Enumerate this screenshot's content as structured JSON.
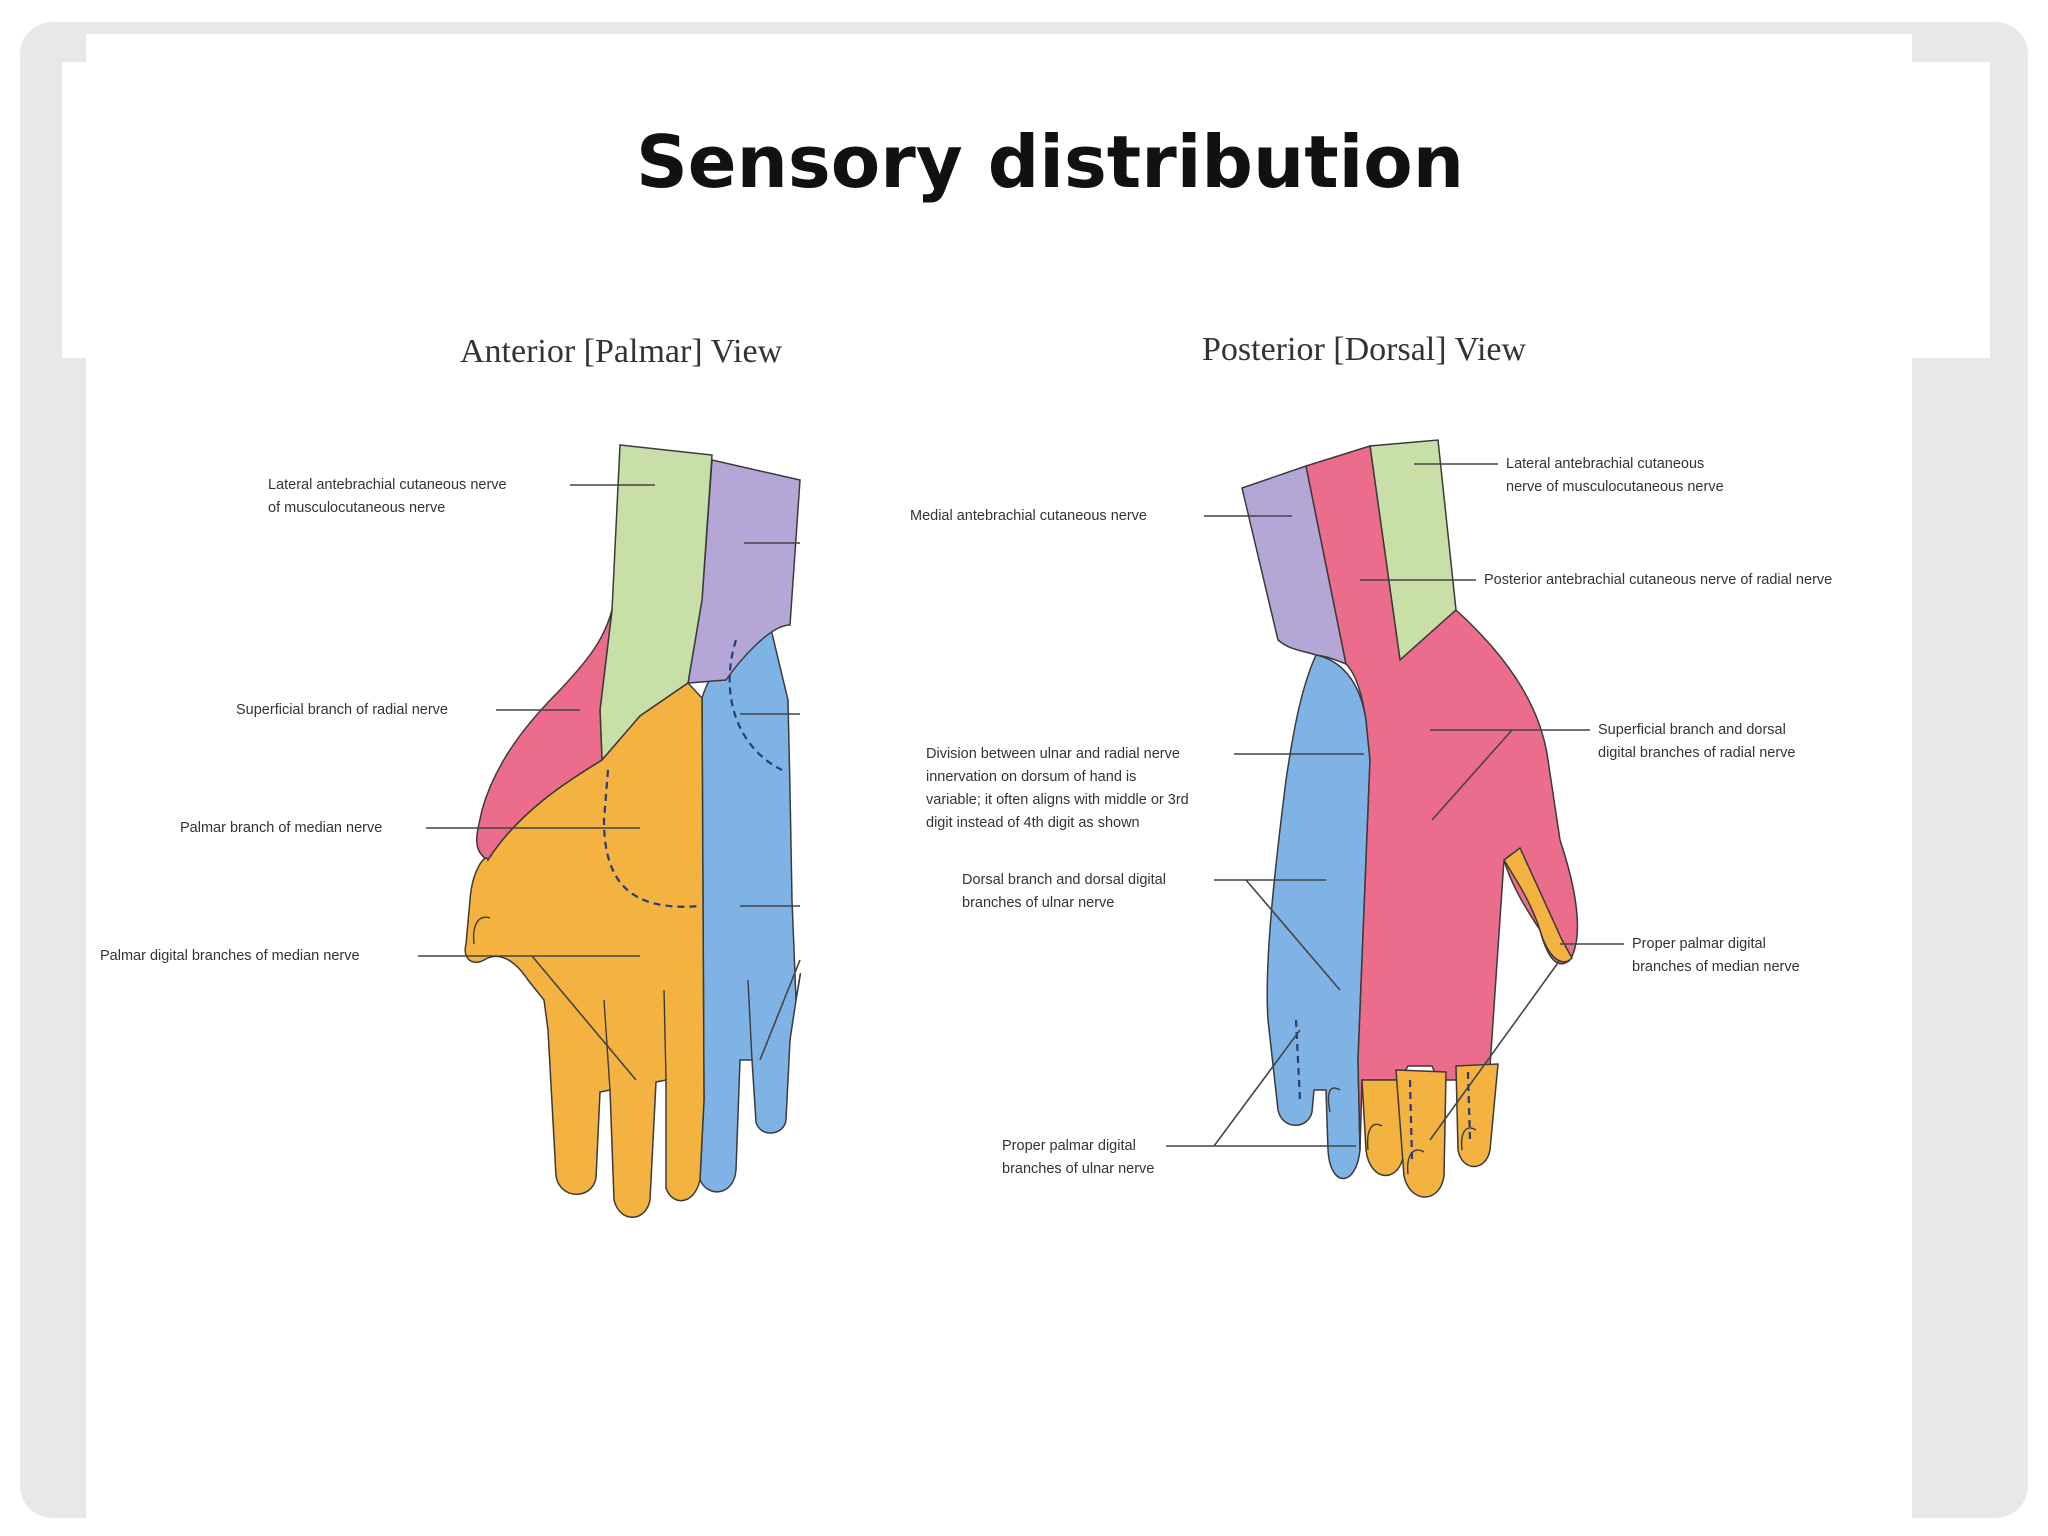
{
  "slide": {
    "title": "Sensory distribution"
  },
  "colors": {
    "frame": "#e8e8ea",
    "median_yellow": "#f4b340",
    "ulnar_blue": "#7fb3e6",
    "radial_pink": "#ec6c8c",
    "lateral_green": "#c9dfa8",
    "medial_purple": "#b4a6d6"
  },
  "anterior": {
    "heading": "Anterior [Palmar] View",
    "labels": {
      "lateral_1": "Lateral antebrachial cutaneous nerve",
      "lateral_2": "of musculocutaneous nerve",
      "superficial_radial": "Superficial branch of radial nerve",
      "palmar_median": "Palmar branch of median nerve",
      "palmar_digital_median": "Palmar digital branches of median nerve"
    }
  },
  "posterior": {
    "heading": "Posterior [Dorsal] View",
    "labels": {
      "medial": "Medial antebrachial cutaneous nerve",
      "lateral_1": "Lateral antebrachial cutaneous",
      "lateral_2": "nerve of musculocutaneous nerve",
      "posterior_radial": "Posterior antebrachial cutaneous nerve of radial nerve",
      "superficial_1": "Superficial branch and dorsal",
      "superficial_2": "digital branches of radial nerve",
      "division_1": "Division between ulnar and radial nerve",
      "division_2": "innervation on dorsum of hand is",
      "division_3": "variable; it often aligns with middle or 3rd",
      "division_4": "digit instead of 4th digit as shown",
      "dorsal_ulnar_1": "Dorsal branch and dorsal digital",
      "dorsal_ulnar_2": "branches of ulnar nerve",
      "proper_median_1": "Proper palmar digital",
      "proper_median_2": "branches of median nerve",
      "proper_ulnar_1": "Proper palmar digital",
      "proper_ulnar_2": "branches of ulnar nerve"
    }
  }
}
